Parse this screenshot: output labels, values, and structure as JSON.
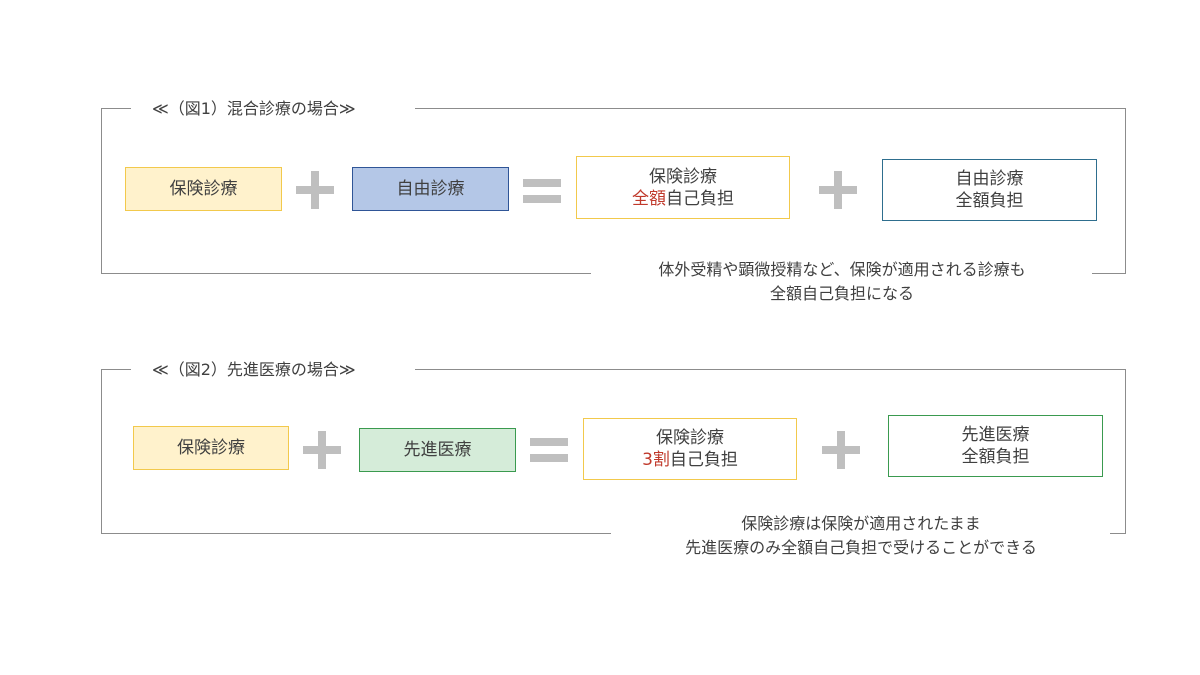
{
  "figure1": {
    "title": "≪（図1）混合診療の場合≫",
    "box_insurance": "保険診療",
    "box_free": "自由診療",
    "result_left": {
      "line1": "保険診療",
      "line2_highlight": "全額",
      "line2_rest": "自己負担"
    },
    "result_right": {
      "line1": "自由診療",
      "line2": "全額負担"
    },
    "note": [
      "体外受精や顕微授精など、保険が適用される診療も",
      "全額自己負担になる"
    ]
  },
  "figure2": {
    "title": "≪（図2）先進医療の場合≫",
    "box_insurance": "保険診療",
    "box_advanced": "先進医療",
    "result_left": {
      "line1": "保険診療",
      "line2_highlight": "3割",
      "line2_rest": "自己負担"
    },
    "result_right": {
      "line1": "先進医療",
      "line2": "全額負担"
    },
    "note": [
      "保険診療は保険が適用されたまま",
      "先進医療のみ全額自己負担で受けることができる"
    ]
  },
  "colors": {
    "yellow_fill": "#fff2cc",
    "yellow_border": "#f2c94c",
    "blue_fill": "#b4c7e7",
    "blue_border": "#2f5597",
    "green_fill": "#d5ecd9",
    "green_border": "#3a9a4f",
    "teal_border": "#2e6e8e",
    "highlight_red": "#c0392b",
    "operator_gray": "#bfbfbf"
  }
}
